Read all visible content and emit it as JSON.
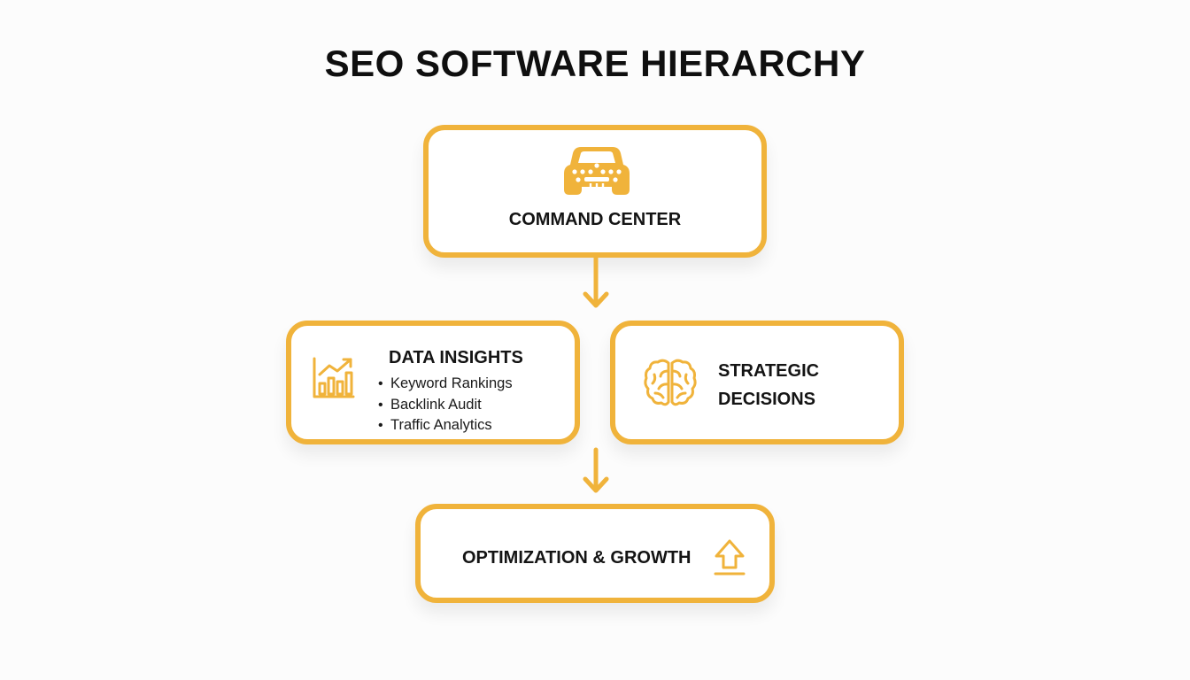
{
  "title": "SEO SOFTWARE HIERARCHY",
  "colors": {
    "accent": "#f0b33b",
    "text": "#141414",
    "background": "#fcfcfc"
  },
  "nodes": {
    "command_center": {
      "label": "COMMAND CENTER",
      "icon": "control-dashboard-icon"
    },
    "data_insights": {
      "label": "DATA INSIGHTS",
      "icon": "bar-chart-trend-icon",
      "items": [
        "Keyword Rankings",
        "Backlink Audit",
        "Traffic Analytics"
      ]
    },
    "strategic_decisions": {
      "label_line1": "STRATEGIC",
      "label_line2": "DECISIONS",
      "icon": "brain-icon"
    },
    "optimization_growth": {
      "label": "OPTIMIZATION & GROWTH",
      "icon": "up-arrow-icon"
    }
  }
}
